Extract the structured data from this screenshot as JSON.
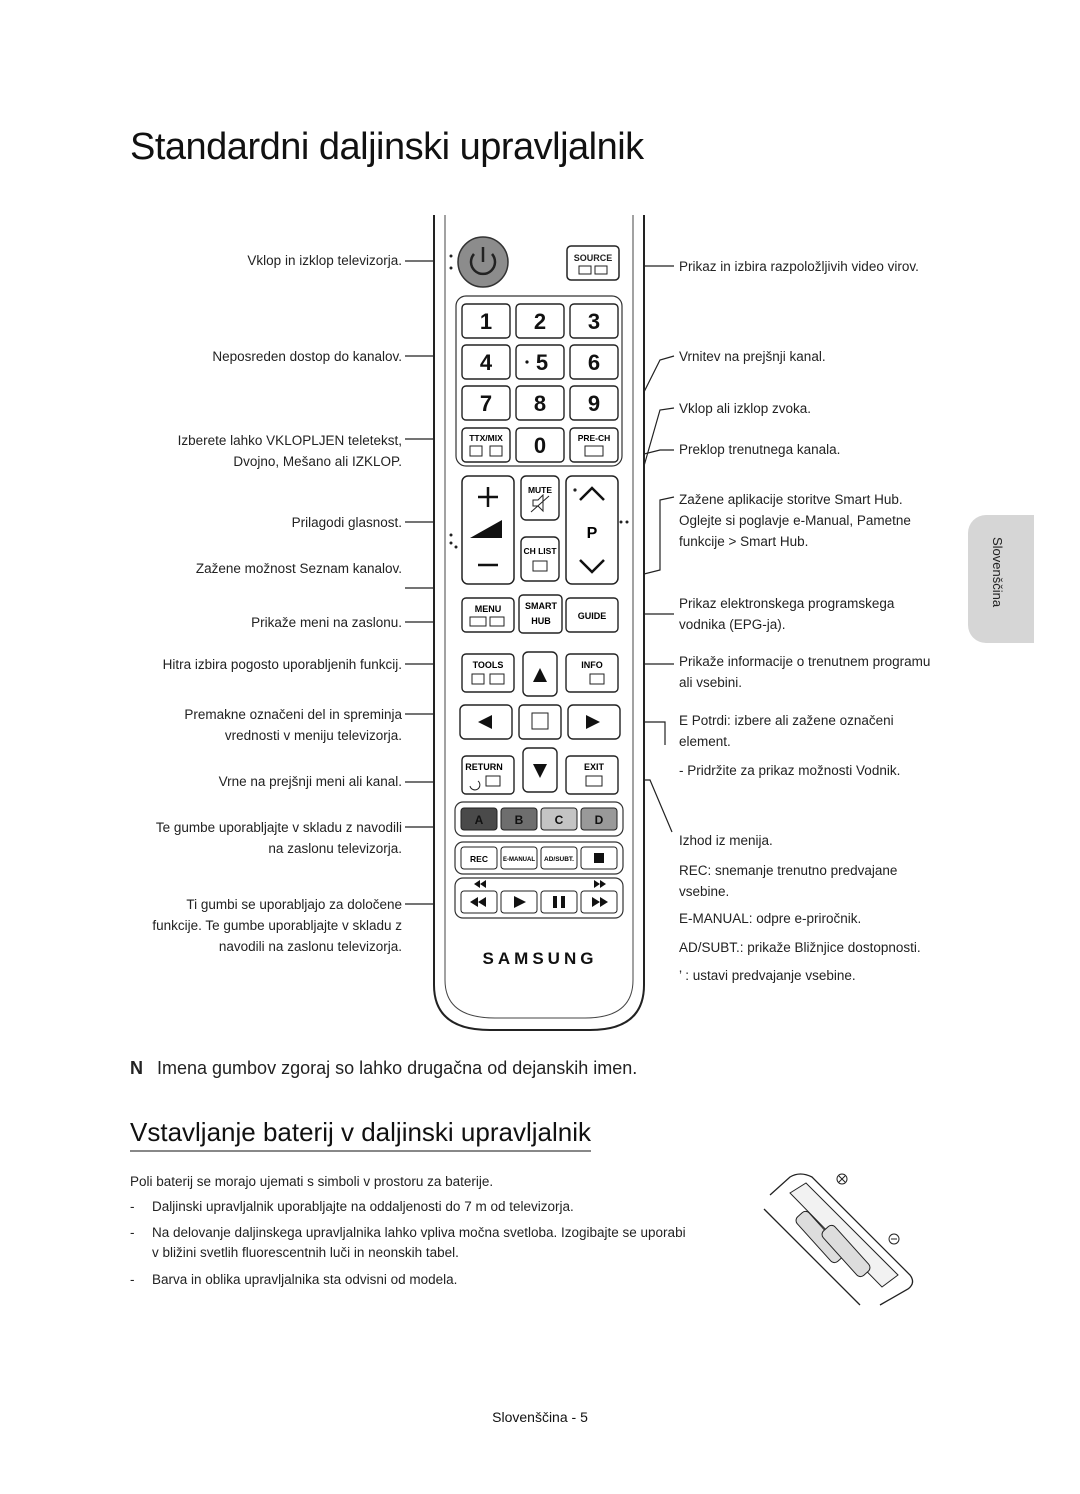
{
  "page_title": "Standardni daljinski upravljalnik",
  "left_labels": [
    {
      "id": "power",
      "lines": [
        "Vklop in izklop televizorja."
      ]
    },
    {
      "id": "numbers",
      "lines": [
        "Neposreden dostop do kanalov."
      ]
    },
    {
      "id": "ttx",
      "lines": [
        "Izberete lahko VKLOPLJEN teletekst,",
        "Dvojno, Mešano ali IZKLOP."
      ]
    },
    {
      "id": "volume",
      "lines": [
        "Prilagodi glasnost."
      ]
    },
    {
      "id": "chlist",
      "lines": [
        "Zažene možnost Seznam kanalov."
      ]
    },
    {
      "id": "menu",
      "lines": [
        "Prikaže meni na zaslonu."
      ]
    },
    {
      "id": "tools",
      "lines": [
        "Hitra izbira pogosto uporabljenih funkcij."
      ]
    },
    {
      "id": "arrows",
      "lines": [
        "Premakne označeni del in spreminja",
        "vrednosti v meniju televizorja."
      ]
    },
    {
      "id": "return",
      "lines": [
        "Vrne na prejšnji meni ali kanal."
      ]
    },
    {
      "id": "abcd",
      "lines": [
        "Te gumbe uporabljajte v skladu z navodili",
        "na zaslonu televizorja."
      ]
    },
    {
      "id": "media",
      "lines": [
        "Ti gumbi se uporabljajo za določene",
        "funkcije. Te gumbe uporabljajte v skladu z",
        "navodili na zaslonu televizorja."
      ]
    }
  ],
  "right_labels": [
    {
      "id": "source",
      "lines": [
        "Prikaz in izbira razpoložljivih video virov."
      ]
    },
    {
      "id": "prech",
      "lines": [
        "Vrnitev na prejšnji kanal."
      ]
    },
    {
      "id": "mute",
      "lines": [
        "Vklop ali izklop zvoka."
      ]
    },
    {
      "id": "ch",
      "lines": [
        "Preklop trenutnega kanala."
      ]
    },
    {
      "id": "smarthub",
      "lines": [
        "Zažene aplikacije storitve Smart Hub.",
        "Oglejte si poglavje e-Manual, Pametne",
        "funkcije > Smart Hub."
      ]
    },
    {
      "id": "guide",
      "lines": [
        "Prikaz elektronskega programskega",
        "vodnika (EPG-ja)."
      ]
    },
    {
      "id": "info",
      "lines": [
        "Prikaže informacije o trenutnem programu",
        "ali vsebini."
      ]
    },
    {
      "id": "enter",
      "lines": [
        "E   Potrdi: izbere ali zažene označeni",
        "element."
      ]
    },
    {
      "id": "enter_hold",
      "lines": [
        "-   Pridržite za prikaz možnosti Vodnik."
      ]
    },
    {
      "id": "exit",
      "lines": [
        "Izhod iz menija."
      ]
    },
    {
      "id": "rec",
      "lines": [
        "REC: snemanje trenutno predvajane",
        "vsebine."
      ]
    },
    {
      "id": "emanual",
      "lines": [
        "E-MANUAL: odpre e-priročnik."
      ]
    },
    {
      "id": "adsubt",
      "lines": [
        "AD/SUBT.: prikaže Bližnjice dostopnosti."
      ]
    },
    {
      "id": "pause",
      "lines": [
        "’   : ustavi predvajanje vsebine."
      ]
    }
  ],
  "remote": {
    "source": "SOURCE",
    "digits": [
      "1",
      "2",
      "3",
      "4",
      "5",
      "6",
      "7",
      "8",
      "9",
      "0"
    ],
    "ttx": "TTX/MIX",
    "prech": "PRE-CH",
    "mute": "MUTE",
    "chlist": "CH LIST",
    "p": "P",
    "menu": "MENU",
    "smart": "SMART",
    "hub": "HUB",
    "guide": "GUIDE",
    "tools": "TOOLS",
    "info": "INFO",
    "return": "RETURN",
    "exit": "EXIT",
    "color_buttons": [
      "A",
      "B",
      "C",
      "D"
    ],
    "color_values": [
      "#4a4a4a",
      "#6e6e6e",
      "#c4c4c4",
      "#999999"
    ],
    "rec": "REC",
    "emanual": "E-MANUAL",
    "adsubt": "AD/SUBT.",
    "brand": "SAMSUNG"
  },
  "note": {
    "marker": "N",
    "text": "Imena gumbov zgoraj so lahko drugačna od dejanskih imen."
  },
  "section2": {
    "heading": "Vstavljanje baterij v daljinski upravljalnik",
    "intro": "Poli baterij se morajo ujemati s simboli v prostoru za baterije.",
    "bullets": [
      "Daljinski upravljalnik uporabljajte na oddaljenosti do 7 m od televizorja.",
      "Na delovanje daljinskega upravljalnika lahko vpliva močna svetloba. Izogibajte se uporabi",
      "v bližini svetlih fluorescentnih luči in neonskih tabel.",
      "Barva in oblika upravljalnika sta odvisni od modela."
    ],
    "dash": "-"
  },
  "side_tab": "Slovenščina",
  "footer": "Slovenščina - 5"
}
